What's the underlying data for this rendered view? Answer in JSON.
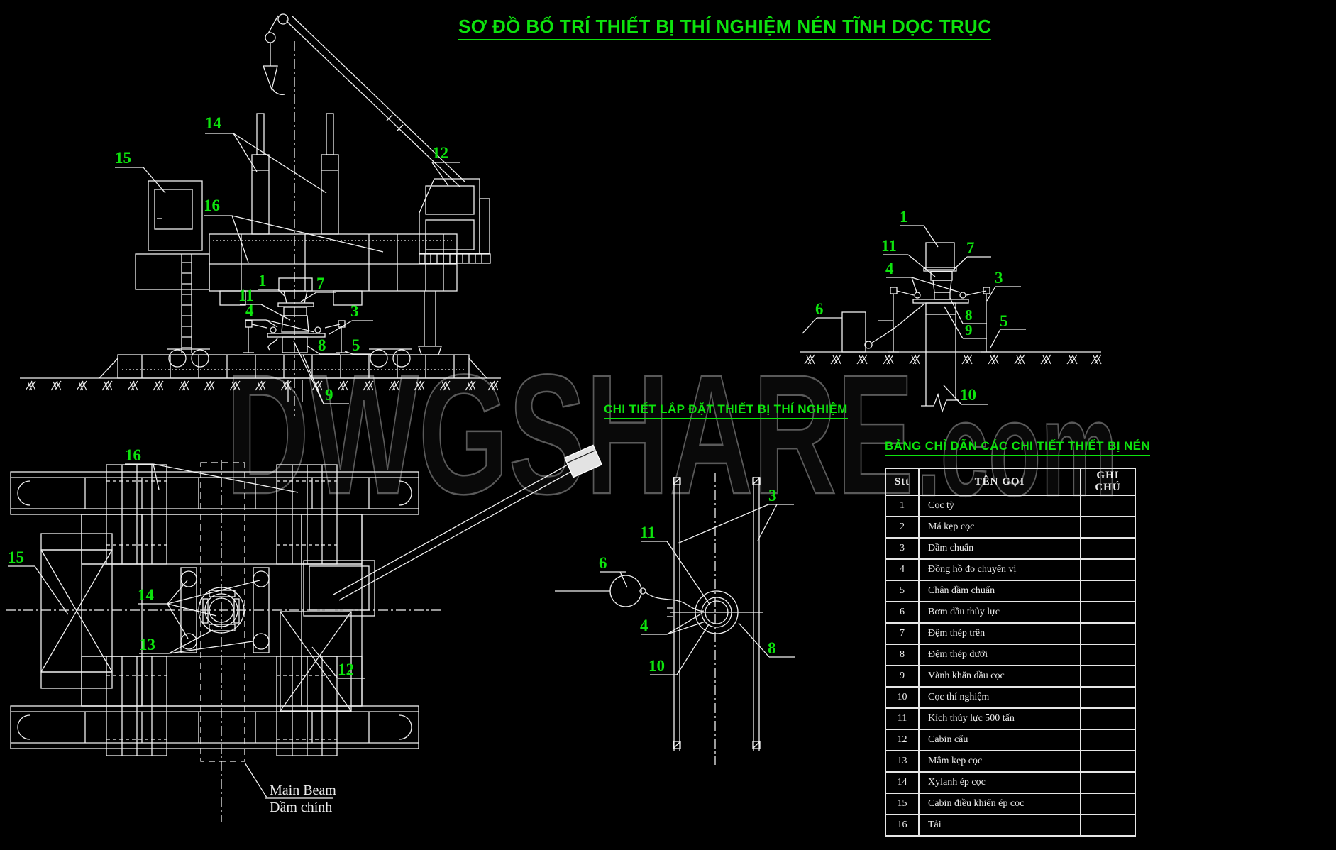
{
  "titles": {
    "main": "SƠ ĐỒ BỐ TRÍ THIẾT BỊ THÍ NGHIỆM NÉN TĨNH DỌC TRỤC",
    "detail_install": "CHI TIẾT LẮP ĐẶT THIẾT BỊ THÍ NGHIỆM",
    "parts_table": "BẢNG CHỈ DẪN CÁC CHI TIẾT THIẾT BỊ NÉN"
  },
  "watermark": {
    "main": "DWGSHARE",
    "suffix": ".com"
  },
  "plan_note": {
    "en": "Main Beam",
    "vi": "Dầm chính"
  },
  "table": {
    "headers": [
      "Stt",
      "TÊN GỌI",
      "GHI CHÚ"
    ],
    "rows": [
      [
        "1",
        "Cọc tỳ",
        ""
      ],
      [
        "2",
        "Má kẹp cọc",
        ""
      ],
      [
        "3",
        "Dầm chuẩn",
        ""
      ],
      [
        "4",
        "Đồng hồ đo chuyển vị",
        ""
      ],
      [
        "5",
        "Chân dầm chuẩn",
        ""
      ],
      [
        "6",
        "Bơm dầu thủy lực",
        ""
      ],
      [
        "7",
        "Đệm thép trên",
        ""
      ],
      [
        "8",
        "Đệm thép dưới",
        ""
      ],
      [
        "9",
        "Vành khăn đầu cọc",
        ""
      ],
      [
        "10",
        "Cọc thí nghiệm",
        ""
      ],
      [
        "11",
        "Kích thủy lực 500 tấn",
        ""
      ],
      [
        "12",
        "Cabin cẩu",
        ""
      ],
      [
        "13",
        "Mâm kẹp cọc",
        ""
      ],
      [
        "14",
        "Xylanh ép cọc",
        ""
      ],
      [
        "15",
        "Cabin điều khiển ép cọc",
        ""
      ],
      [
        "16",
        "Tải",
        ""
      ]
    ]
  },
  "callouts": {
    "elevation": [
      "15",
      "14",
      "16",
      "12",
      "1",
      "7",
      "11",
      "4",
      "3",
      "8",
      "5",
      "9"
    ],
    "plan": [
      "16",
      "15",
      "14",
      "13",
      "12"
    ],
    "detail": [
      "1",
      "11",
      "7",
      "4",
      "3",
      "6",
      "8",
      "9",
      "5",
      "10"
    ],
    "detail_plan": [
      "3",
      "11",
      "6",
      "4",
      "10",
      "8"
    ]
  },
  "colors": {
    "green": "#0de30d",
    "white": "#f1f1f1",
    "gray": "#6f6f6f"
  }
}
